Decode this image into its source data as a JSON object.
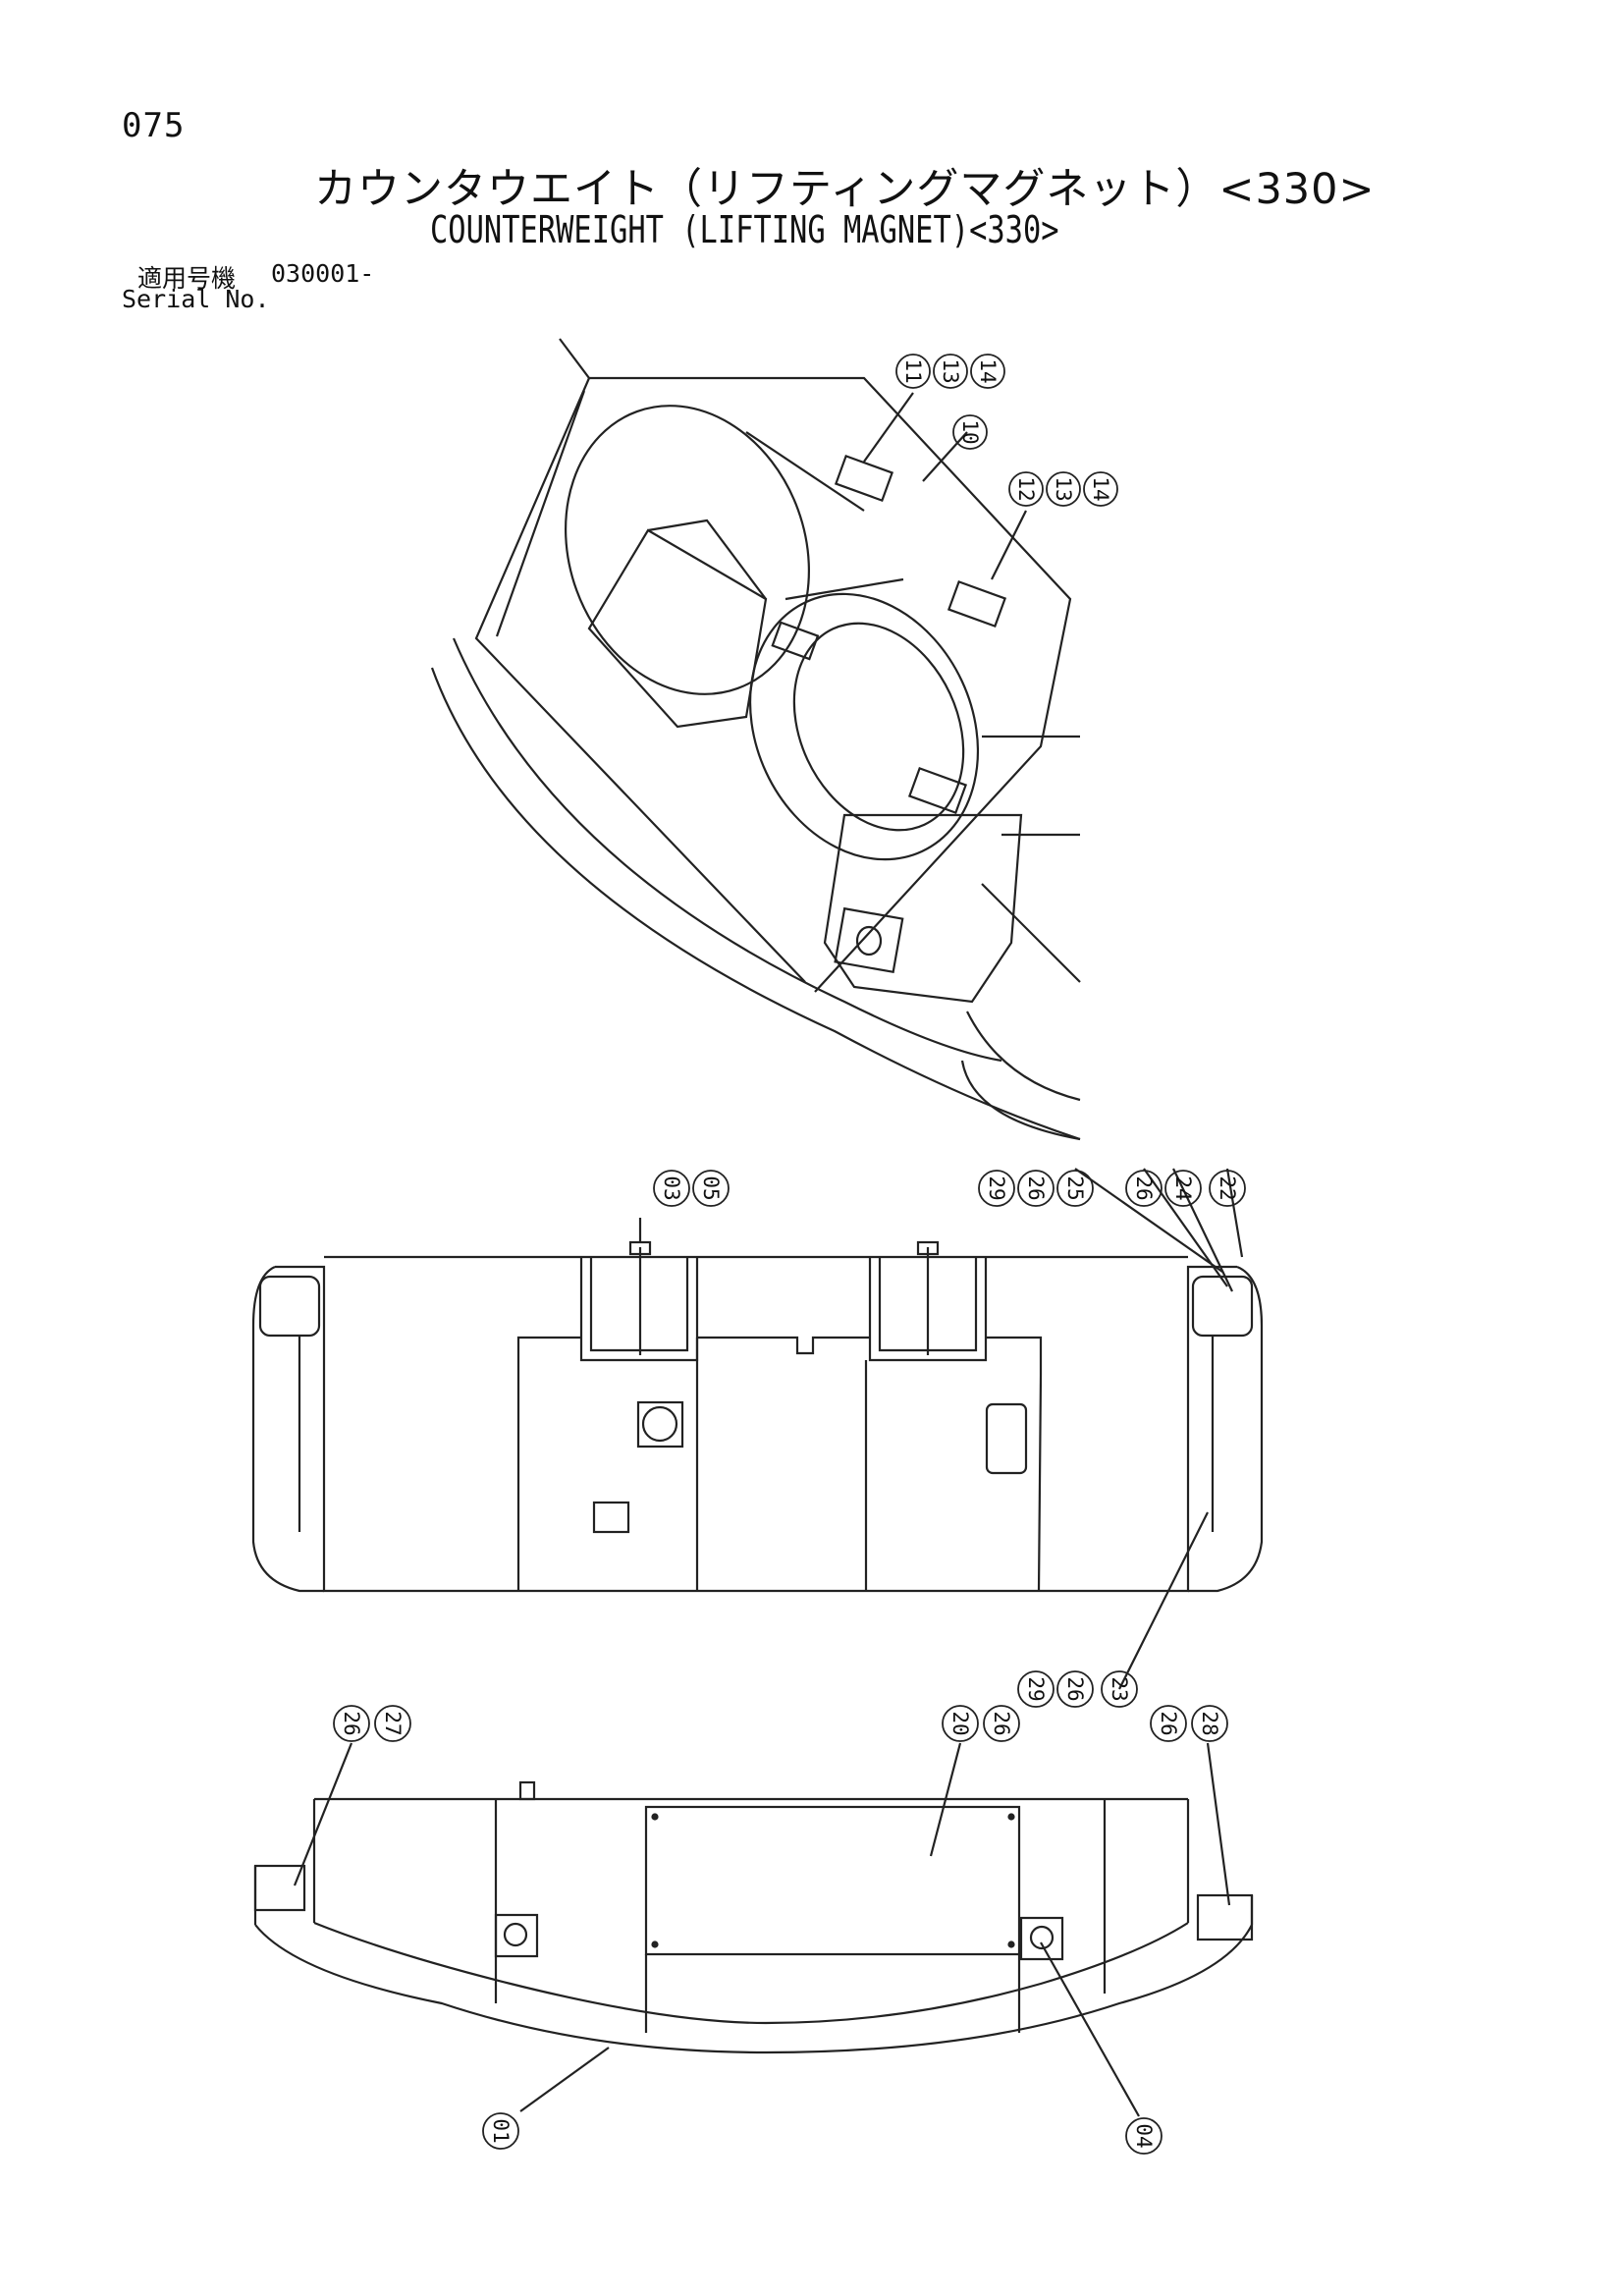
{
  "page": {
    "number": "075",
    "title_jp": "カウンタウエイト（リフティングマグネット）<330>",
    "title_en": "COUNTERWEIGHT (LIFTING MAGNET)<330>",
    "serial_label_jp": "適用号機",
    "serial_value": "030001-",
    "serial_label_en": "Serial No."
  },
  "callouts": {
    "c11": "11",
    "c13a": "13",
    "c14a": "14",
    "c10": "10",
    "c12": "12",
    "c13b": "13",
    "c14b": "14",
    "c03": "03",
    "c05": "05",
    "c29a": "29",
    "c26a": "26",
    "c25": "25",
    "c26b": "26",
    "c24": "24",
    "c22": "22",
    "c29b": "29",
    "c26c": "26",
    "c23": "23",
    "c26d": "26",
    "c27": "27",
    "c20": "20",
    "c26e": "26",
    "c26f": "26",
    "c28": "28",
    "c01": "01",
    "c04": "04"
  }
}
